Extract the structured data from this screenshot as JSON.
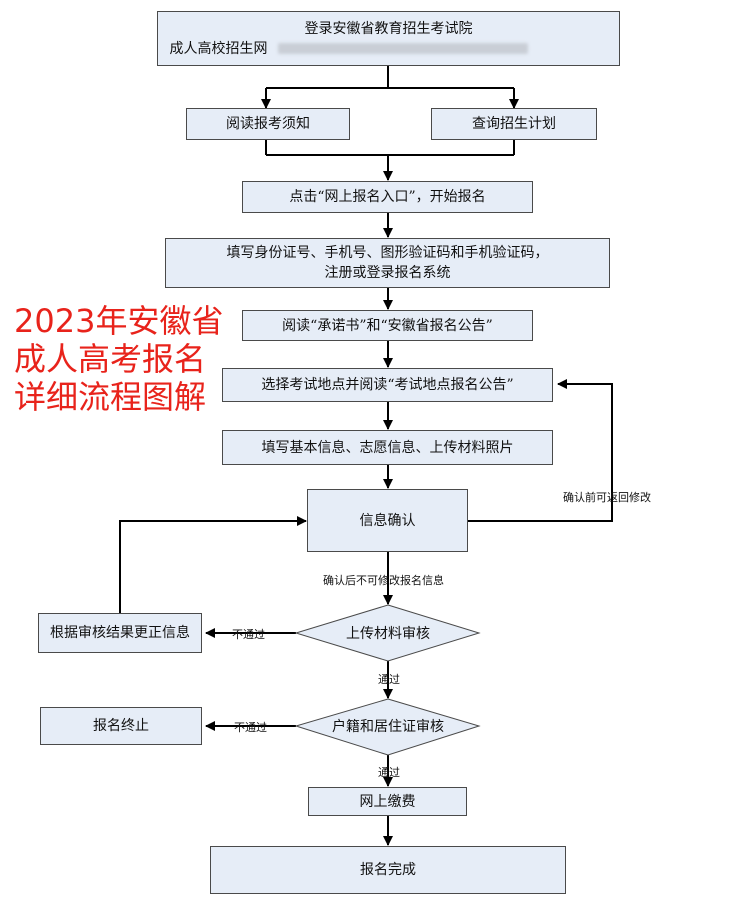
{
  "flow": {
    "login_line1": "登录安徽省教育招生考试院",
    "login_line2": "成人高校招生网",
    "read_notice": "阅读报考须知",
    "query_plan": "查询招生计划",
    "click_entry": "点击“网上报名入口”，开始报名",
    "fill_id_line1": "填写身份证号、手机号、图形验证码和手机验证码，",
    "fill_id_line2": "注册或登录报名系统",
    "read_promise": "阅读“承诺书”和“安徽省报名公告”",
    "select_site": "选择考试地点并阅读“考试地点报名公告”",
    "fill_info": "填写基本信息、志愿信息、上传材料照片",
    "confirm_info": "信息确认",
    "upload_review": "上传材料审核",
    "correct_info": "根据审核结果更正信息",
    "household_review": "户籍和居住证审核",
    "terminate": "报名终止",
    "online_pay": "网上缴费",
    "complete": "报名完成"
  },
  "labels": {
    "return_edit": "确认前可返回修改",
    "no_edit_after": "确认后不可修改报名信息",
    "fail1": "不通过",
    "pass1": "通过",
    "fail2": "不通过",
    "pass2": "通过"
  },
  "overlay": {
    "line1": "2023年安徽省",
    "line2": "成人高考报名",
    "line3": "详细流程图解"
  },
  "colors": {
    "box_fill": "#e6edf7",
    "overlay_text": "#e8231b"
  }
}
